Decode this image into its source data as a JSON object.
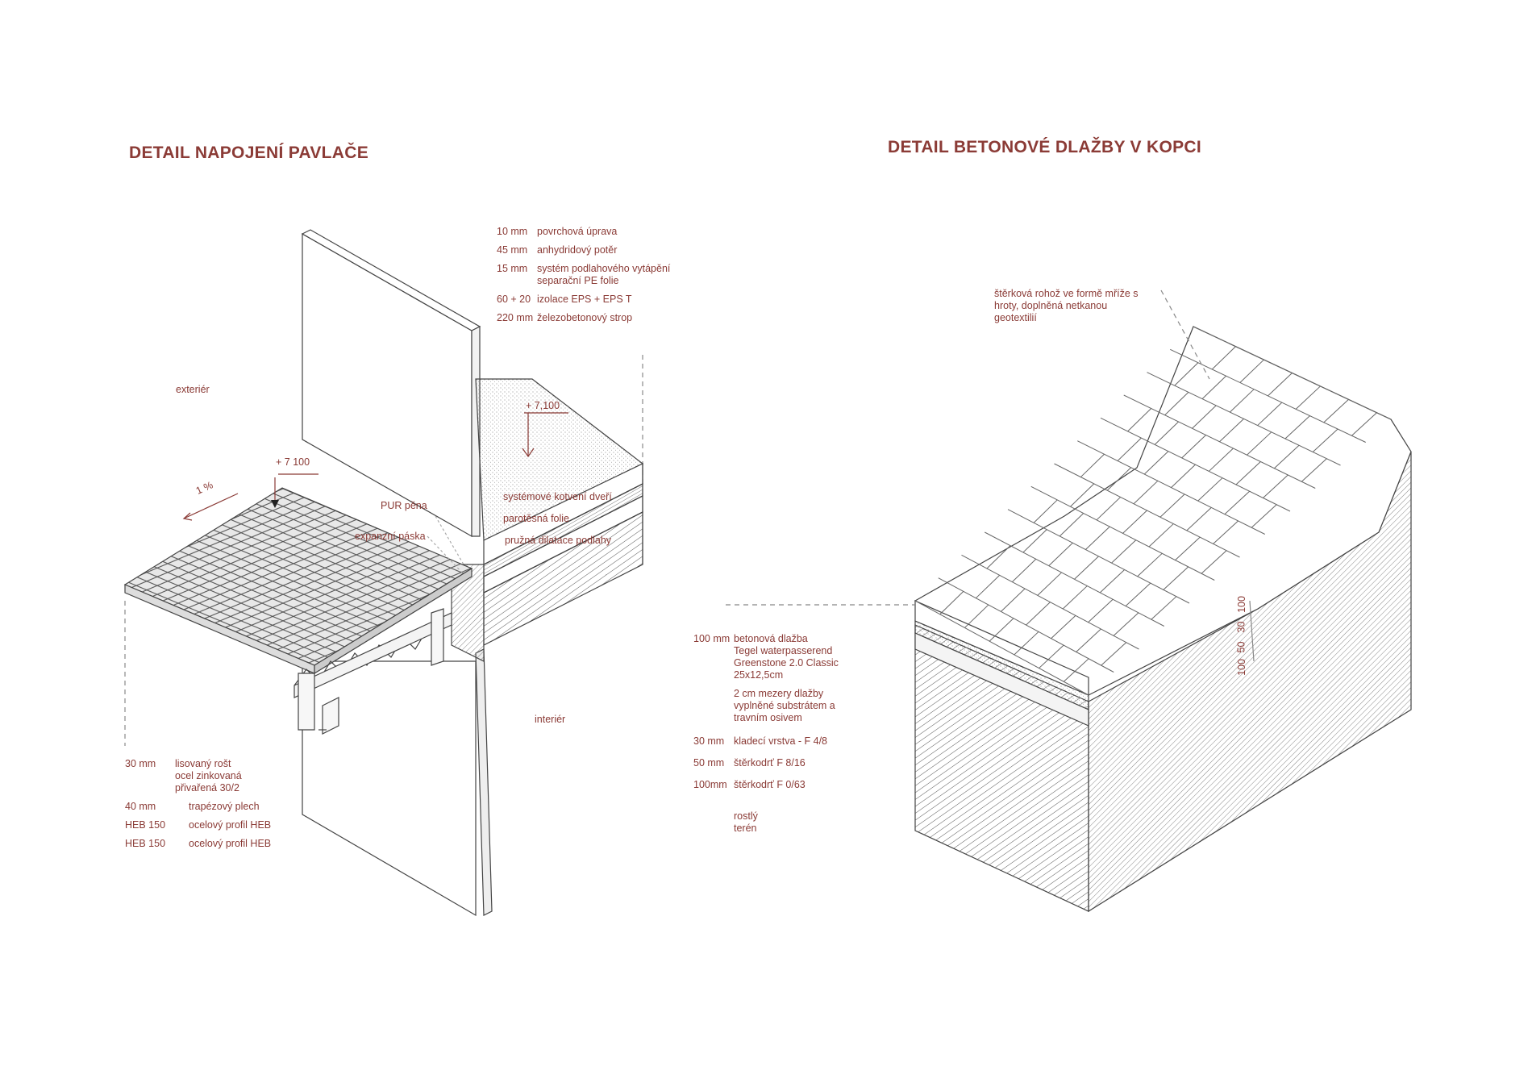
{
  "titles": {
    "left": "DETAIL NAPOJENÍ PAVLAČE",
    "right": "DETAIL BETONOVÉ DLAŽBY V KOPCI"
  },
  "left_detail": {
    "floor_layers": [
      {
        "thickness": "10 mm",
        "desc": "povrchová úprava"
      },
      {
        "thickness": "45 mm",
        "desc": "anhydridový potěr"
      },
      {
        "thickness": "15 mm",
        "desc": "systém podlahového vytápění\nseparační PE folie"
      },
      {
        "thickness": "60 + 20",
        "desc": "izolace EPS + EPS T"
      },
      {
        "thickness": "220 mm",
        "desc": "železobetonový strop"
      }
    ],
    "balcony_layers": [
      {
        "thickness": "30 mm",
        "desc": "lisovaný rošt\nocel zinkovaná\npřivařená 30/2"
      },
      {
        "thickness": "40 mm",
        "desc": "trapézový plech"
      },
      {
        "thickness": "HEB 150",
        "desc": "ocelový profil HEB"
      },
      {
        "thickness": "HEB 150",
        "desc": "ocelový profil HEB"
      }
    ],
    "labels": {
      "exterior": "exteriér",
      "interior": "interiér",
      "level_left": "+ 7 100",
      "level_right": "+ 7,100",
      "slope": "1 %",
      "pur": "PUR pěna",
      "tape": "expanzní páska",
      "anchoring": "systémové kotvení dveří",
      "vapor": "parotěsná folie",
      "dilatation": "pružná dilatace podlahy"
    }
  },
  "right_detail": {
    "mat_note": "štěrková rohož ve formě mříže s\nhroty, doplněná netkanou\ngeotextilií",
    "layers": [
      {
        "thickness": "100 mm",
        "desc": "betonová dlažba\nTegel waterpasserend\nGreenstone 2.0 Classic\n25x12,5cm"
      },
      {
        "thickness": "",
        "desc": "2 cm mezery dlažby\nvyplněné substrátem a\ntravním osivem"
      },
      {
        "thickness": "30 mm",
        "desc": "kladecí vrstva - F 4/8"
      },
      {
        "thickness": "50 mm",
        "desc": "štěrkodrť    F 8/16"
      },
      {
        "thickness": "100mm",
        "desc": "štěrkodrť    F 0/63"
      }
    ],
    "terrain": "rostlý\nterén",
    "dims": [
      "100",
      "30",
      "50",
      "100"
    ]
  },
  "colors": {
    "accent": "#8a3a35",
    "line": "#4a4a4a"
  }
}
